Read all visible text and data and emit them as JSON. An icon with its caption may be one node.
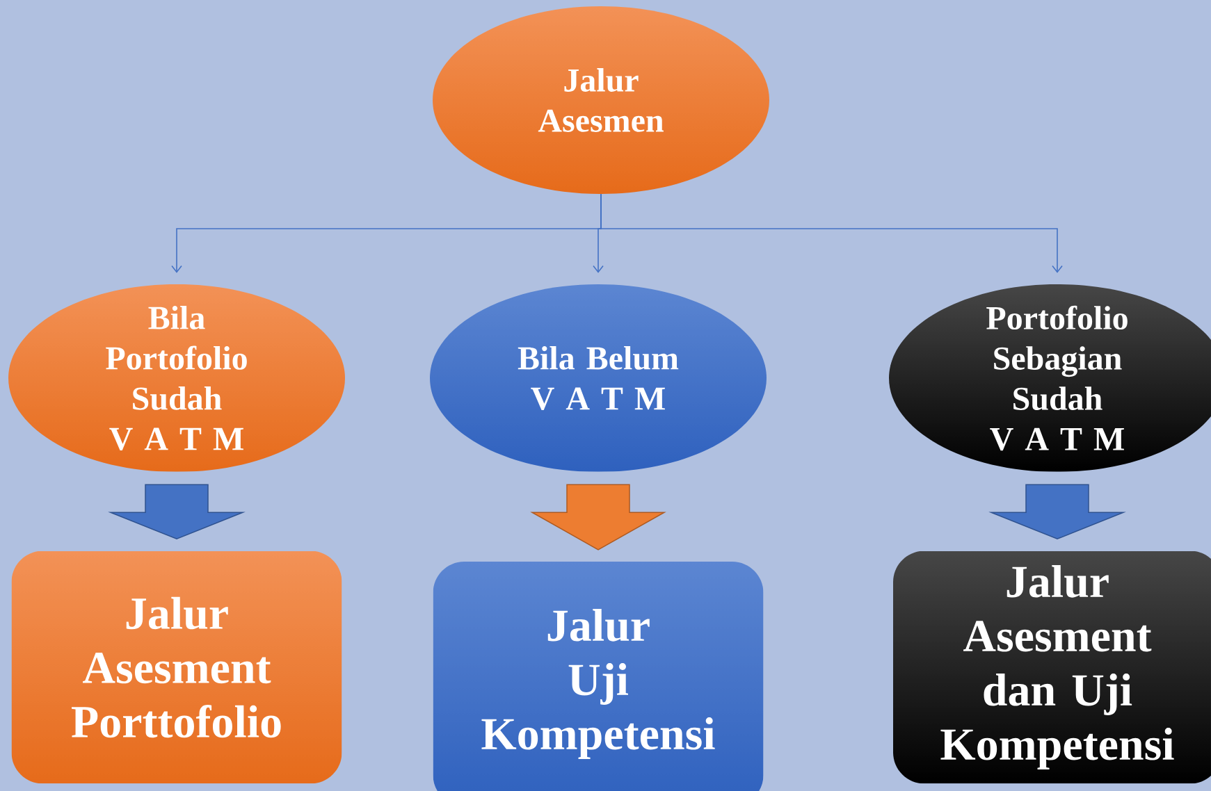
{
  "diagram": {
    "nodes": [
      {
        "text": [
          "Jalur Asesmen"
        ]
      },
      {
        "text": [
          "Bila Portofolio Sudah",
          "V A T M"
        ]
      },
      {
        "text": [
          "Bila Belum",
          "V A T M"
        ]
      },
      {
        "text": [
          "Portofolio Sebagian Sudah",
          "V A T M"
        ]
      },
      {
        "text": [
          "Jalur Asesment Porttofolio"
        ]
      },
      {
        "text": [
          "Jalur Uji Kompetensi"
        ]
      },
      {
        "text": [
          "Jalur Asesment dan Uji Kompetensi"
        ]
      }
    ],
    "edges": [
      {
        "from": 0,
        "to": 1,
        "arrow": "to"
      },
      {
        "from": 0,
        "to": 2,
        "arrow": "to"
      },
      {
        "from": 0,
        "to": 3,
        "arrow": "to"
      },
      {
        "from": 1,
        "to": 4,
        "arrow": "to",
        "style": "thick"
      },
      {
        "from": 2,
        "to": 5,
        "arrow": "to",
        "style": "thick",
        "color": "#ed7d31"
      },
      {
        "from": 3,
        "to": 6,
        "arrow": "to",
        "style": "thick"
      }
    ]
  }
}
